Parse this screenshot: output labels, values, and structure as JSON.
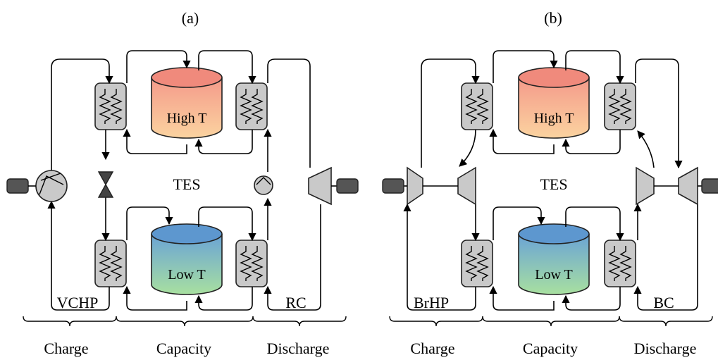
{
  "panel_a": {
    "label": "(a)",
    "tes_label": "TES",
    "high_tank_label": "High T",
    "low_tank_label": "Low T",
    "cycle_left_label": "VCHP",
    "cycle_right_label": "RC",
    "section_charge": "Charge",
    "section_capacity": "Capacity",
    "section_discharge": "Discharge"
  },
  "panel_b": {
    "label": "(b)",
    "tes_label": "TES",
    "high_tank_label": "High T",
    "low_tank_label": "Low T",
    "cycle_left_label": "BrHP",
    "cycle_right_label": "BC",
    "section_charge": "Charge",
    "section_capacity": "Capacity",
    "section_discharge": "Discharge"
  },
  "colors": {
    "hot_top": "#f49a8a",
    "hot_bottom": "#fbd3a0",
    "cold_top": "#6aa3d6",
    "cold_bottom": "#a8e0a0",
    "component_fill": "#c9c9c9",
    "motor_fill": "#555555"
  }
}
